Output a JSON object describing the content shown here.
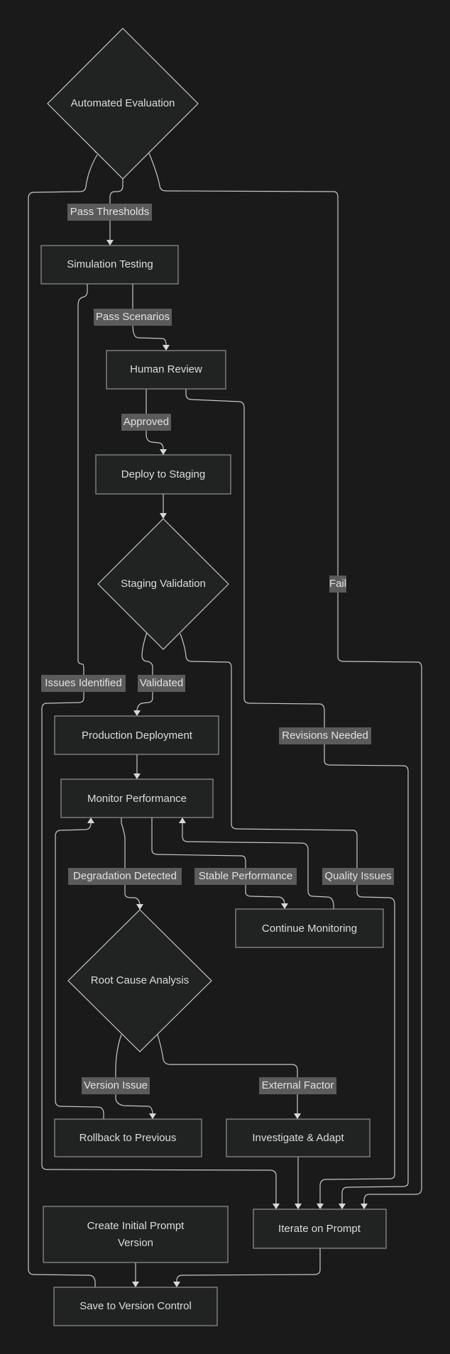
{
  "diagram": {
    "type": "flowchart",
    "colors": {
      "background": "#1a1a1a",
      "node_fill": "#212323",
      "node_stroke": "#8a8a8a",
      "edge": "#c8c8c8",
      "label_bg": "#5b5b5b",
      "text": "#dcdcdc"
    },
    "nodes": [
      {
        "id": "auto_eval",
        "shape": "diamond",
        "label": "Automated Evaluation"
      },
      {
        "id": "sim_test",
        "shape": "rect",
        "label": "Simulation Testing"
      },
      {
        "id": "human_review",
        "shape": "rect",
        "label": "Human Review"
      },
      {
        "id": "deploy_staging",
        "shape": "rect",
        "label": "Deploy to Staging"
      },
      {
        "id": "staging_validation",
        "shape": "diamond",
        "label": "Staging Validation"
      },
      {
        "id": "prod_deploy",
        "shape": "rect",
        "label": "Production Deployment"
      },
      {
        "id": "monitor",
        "shape": "rect",
        "label": "Monitor Performance"
      },
      {
        "id": "continue_monitoring",
        "shape": "rect",
        "label": "Continue Monitoring"
      },
      {
        "id": "root_cause",
        "shape": "diamond",
        "label": "Root Cause Analysis"
      },
      {
        "id": "rollback",
        "shape": "rect",
        "label": "Rollback to Previous"
      },
      {
        "id": "investigate",
        "shape": "rect",
        "label": "Investigate & Adapt"
      },
      {
        "id": "create_initial",
        "shape": "rect",
        "label_lines": [
          "Create Initial Prompt",
          "Version"
        ]
      },
      {
        "id": "iterate",
        "shape": "rect",
        "label": "Iterate on Prompt"
      },
      {
        "id": "save_vc",
        "shape": "rect",
        "label": "Save to Version Control"
      }
    ],
    "edges": [
      {
        "from": "auto_eval",
        "to": "sim_test",
        "label": "Pass Thresholds"
      },
      {
        "from": "auto_eval",
        "to": "iterate",
        "label": "Fail"
      },
      {
        "from": "sim_test",
        "to": "human_review",
        "label": "Pass Scenarios"
      },
      {
        "from": "sim_test",
        "to": "iterate",
        "label": "Issues Identified"
      },
      {
        "from": "human_review",
        "to": "deploy_staging",
        "label": "Approved"
      },
      {
        "from": "human_review",
        "to": "iterate",
        "label": "Revisions Needed"
      },
      {
        "from": "deploy_staging",
        "to": "staging_validation",
        "label": ""
      },
      {
        "from": "staging_validation",
        "to": "prod_deploy",
        "label": "Validated"
      },
      {
        "from": "staging_validation",
        "to": "iterate",
        "label": "Quality Issues"
      },
      {
        "from": "prod_deploy",
        "to": "monitor",
        "label": ""
      },
      {
        "from": "monitor",
        "to": "root_cause",
        "label": "Degradation Detected"
      },
      {
        "from": "monitor",
        "to": "continue_monitoring",
        "label": "Stable Performance"
      },
      {
        "from": "continue_monitoring",
        "to": "monitor",
        "label": ""
      },
      {
        "from": "root_cause",
        "to": "rollback",
        "label": "Version Issue"
      },
      {
        "from": "root_cause",
        "to": "investigate",
        "label": "External Factor"
      },
      {
        "from": "rollback",
        "to": "monitor",
        "label": ""
      },
      {
        "from": "investigate",
        "to": "iterate",
        "label": ""
      },
      {
        "from": "create_initial",
        "to": "save_vc",
        "label": ""
      },
      {
        "from": "iterate",
        "to": "save_vc",
        "label": ""
      },
      {
        "from": "save_vc",
        "to": "auto_eval",
        "label": ""
      }
    ]
  }
}
